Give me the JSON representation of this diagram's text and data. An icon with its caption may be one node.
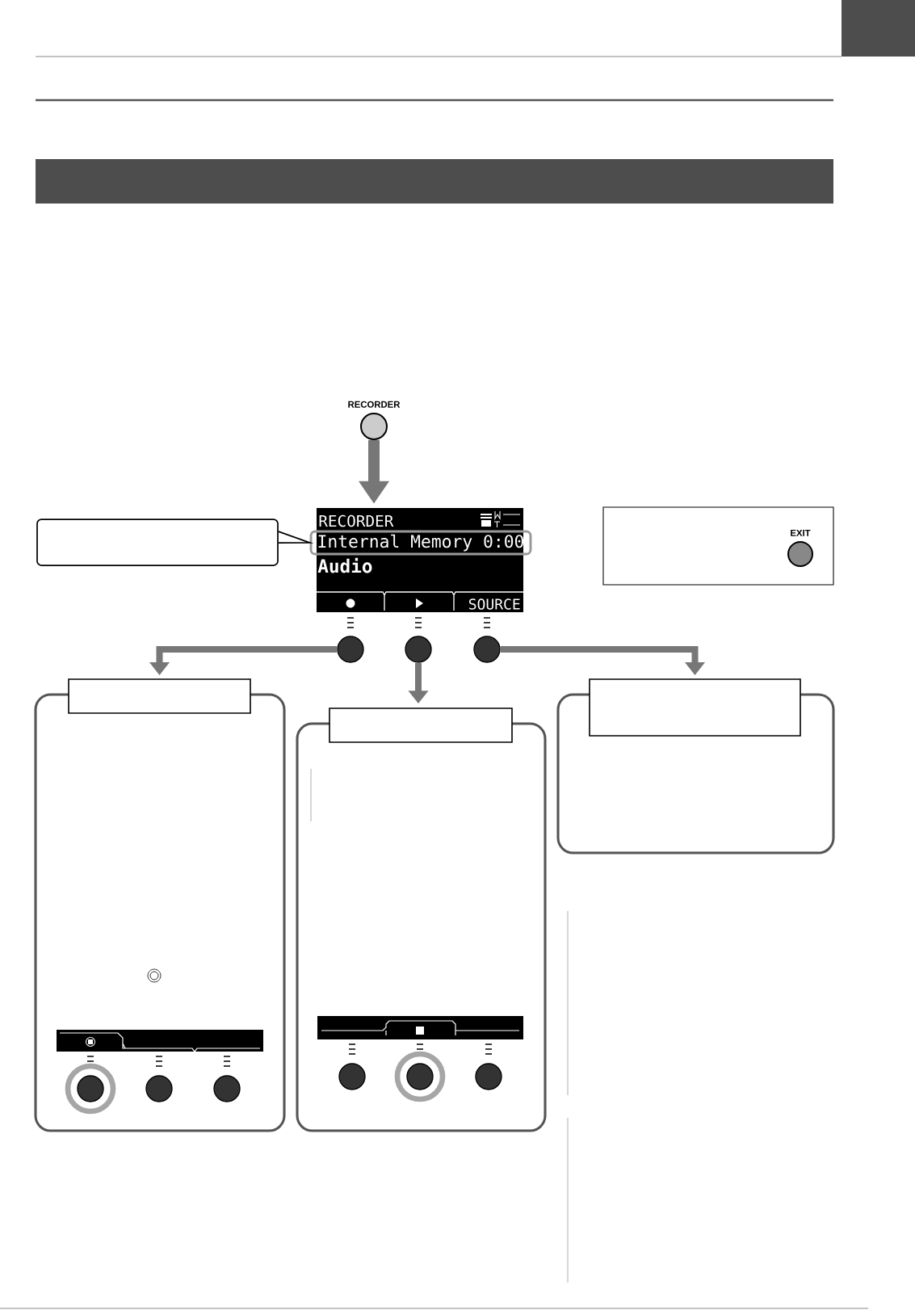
{
  "diagram": {
    "nodes": [
      {
        "text": [],
        "shape": "bar"
      },
      {
        "text": [],
        "shape": "circle",
        "beside": [
          "RECORDER"
        ]
      },
      {
        "text": [
          "RECORDER",
          "Audio",
          "SOURCE"
        ]
      },
      {
        "text": [
          "Internal Memory 0:00"
        ],
        "in": 2
      },
      {
        "text": [],
        "shape": "box"
      },
      {
        "text": [],
        "shape": "circle"
      },
      {
        "text": [],
        "shape": "circle"
      },
      {
        "text": [],
        "shape": "circle"
      },
      {
        "text": [],
        "shape": "box"
      },
      {
        "text": [],
        "shape": "box"
      },
      {
        "text": [],
        "shape": "box"
      },
      {
        "text": [],
        "shape": "box"
      },
      {
        "text": [],
        "shape": "box"
      },
      {
        "text": [],
        "shape": "box"
      },
      {
        "text": [],
        "shape": "box"
      },
      {
        "text": [],
        "shape": "circle",
        "beside": [
          "EXIT"
        ],
        "in": 14
      }
    ],
    "edges": [
      {
        "from": 1,
        "to": 2,
        "arrow": "to"
      },
      {
        "from": 4,
        "to": 3,
        "arrow": "none",
        "color": "#000000"
      },
      {
        "from": 5,
        "to": 9,
        "arrow": "to"
      },
      {
        "from": 6,
        "to": 11,
        "arrow": "to"
      },
      {
        "from": 7,
        "to": 13,
        "arrow": "to"
      }
    ]
  }
}
